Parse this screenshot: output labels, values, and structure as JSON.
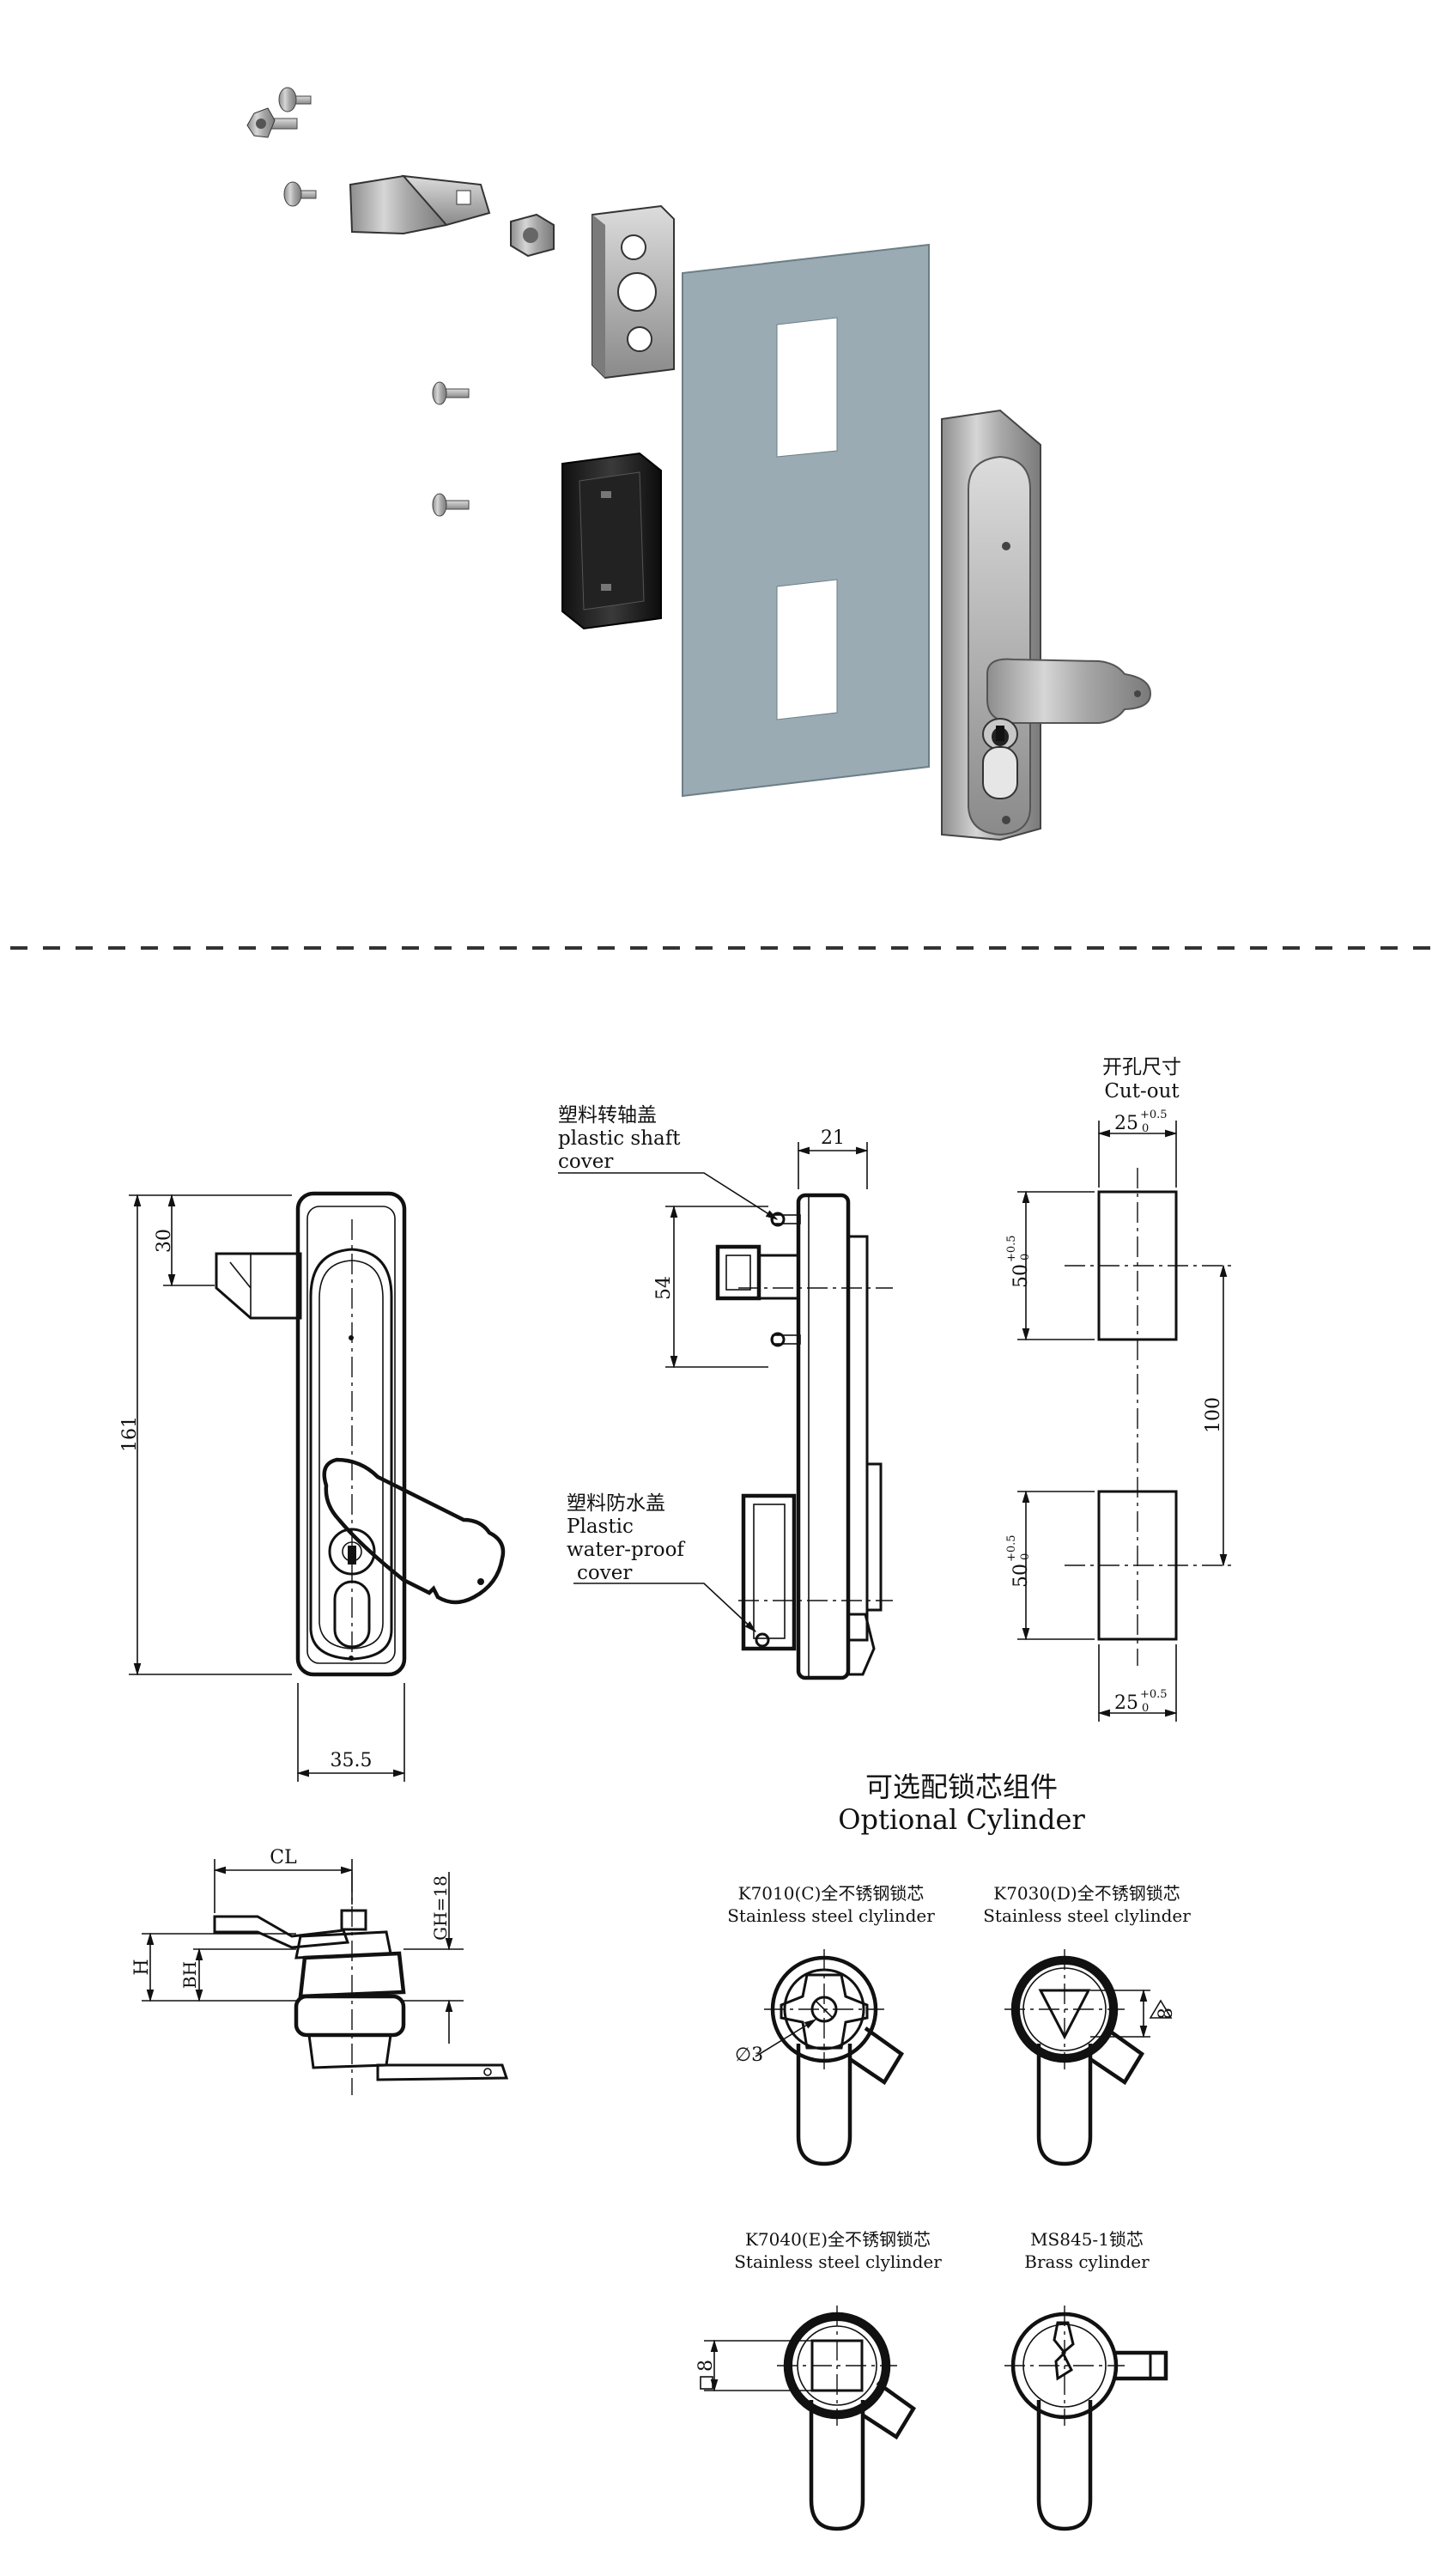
{
  "cutout": {
    "title_cn": "开孔尺寸",
    "title_en": "Cut-out",
    "width": "25",
    "width_tol_upper": "+0.5",
    "width_tol_lower": "0",
    "height": "50",
    "height_tol_upper": "+0.5",
    "height_tol_lower": "0",
    "pitch": "100"
  },
  "front_view": {
    "dim_height": "161",
    "dim_top": "30",
    "dim_width": "35.5"
  },
  "side_view": {
    "callout_shaft_cn": "塑料转轴盖",
    "callout_shaft_en_1": "plastic shaft",
    "callout_shaft_en_2": "cover",
    "callout_water_cn": "塑料防水盖",
    "callout_water_en_1": "Plastic",
    "callout_water_en_2": "water-proof",
    "callout_water_en_3": "cover",
    "dim_depth": "21",
    "dim_spacing": "54"
  },
  "section_view": {
    "dim_cl": "CL",
    "dim_h": "H",
    "dim_bh": "BH",
    "dim_gh": "GH=18"
  },
  "optional": {
    "title_cn": "可选配锁芯组件",
    "title_en": "Optional Cylinder",
    "c_code": "K7010(C)全不锈钢锁芯",
    "c_desc": "Stainless steel clylinder",
    "c_dim": "∅3",
    "d_code": "K7030(D)全不锈钢锁芯",
    "d_desc": "Stainless steel clylinder",
    "d_dim": "8",
    "e_code": "K7040(E)全不锈钢锁芯",
    "e_desc": "Stainless steel clylinder",
    "e_dim": "8",
    "b_code": "MS845-1锁芯",
    "b_desc": "Brass cylinder"
  },
  "colors": {
    "panel": "#9aabb4",
    "metal": "#b8b8b8",
    "black": "#111111"
  }
}
